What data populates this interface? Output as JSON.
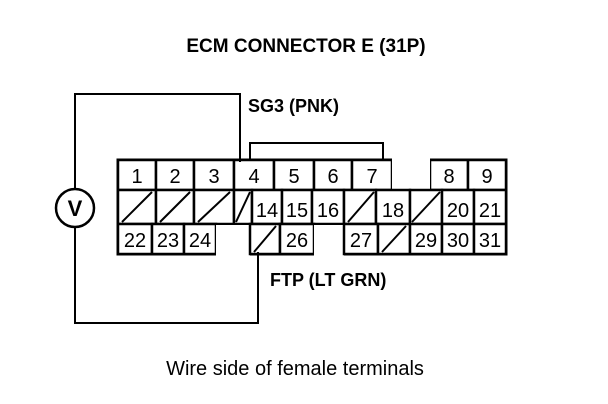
{
  "title": "ECM CONNECTOR E (31P)",
  "labels": {
    "sg3": "SG3 (PNK)",
    "ftp": "FTP (LT GRN)",
    "caption": "Wire side of female terminals"
  },
  "voltmeter_symbol": "V",
  "terminals": {
    "row1": [
      "1",
      "2",
      "3",
      "4",
      "5",
      "6",
      "7",
      "8",
      "9"
    ],
    "row2": [
      "",
      "",
      "",
      "",
      "14",
      "15",
      "16",
      "",
      "18",
      "",
      "20",
      "21"
    ],
    "row3": [
      "22",
      "23",
      "24",
      "",
      "26",
      "27",
      "",
      "29",
      "30",
      "31"
    ]
  }
}
